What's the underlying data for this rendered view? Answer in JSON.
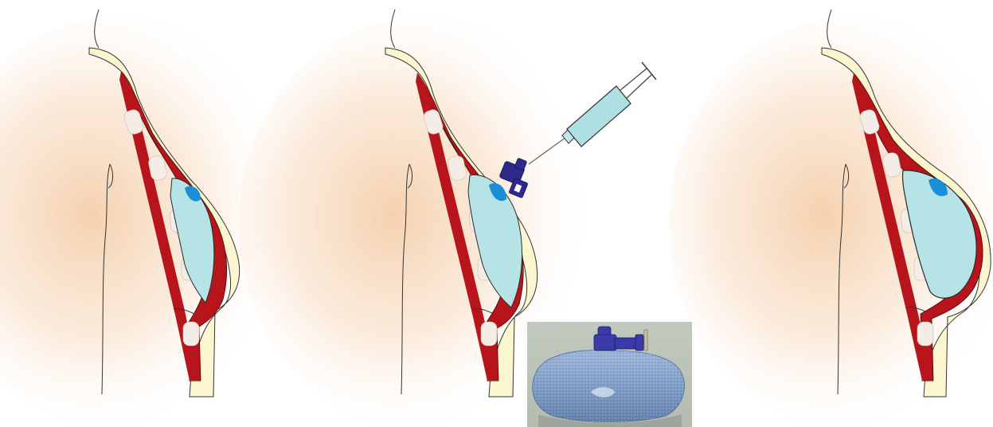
{
  "figure": {
    "panels": [
      {
        "stage": "expander-implanted-partially-filled"
      },
      {
        "stage": "expander-filled-via-injection-port"
      },
      {
        "stage": "expander-fully-expanded"
      }
    ],
    "inset_photo": {
      "subject": "tissue-expander-with-injection-port"
    },
    "colors": {
      "background": "#ffffff",
      "skin_glow": "#f5d2ae",
      "skin_layer": "#fbf6cf",
      "muscle": "#b7151b",
      "rib": "#f4ece6",
      "expander": "#b6e3e6",
      "expander_port": "#1a8fd6",
      "injection_port": "#2c2a8a",
      "syringe_barrel": "#aee0e3",
      "photo_backdrop": "#c6cdc2",
      "photo_expander": "#7d9bc6"
    }
  }
}
